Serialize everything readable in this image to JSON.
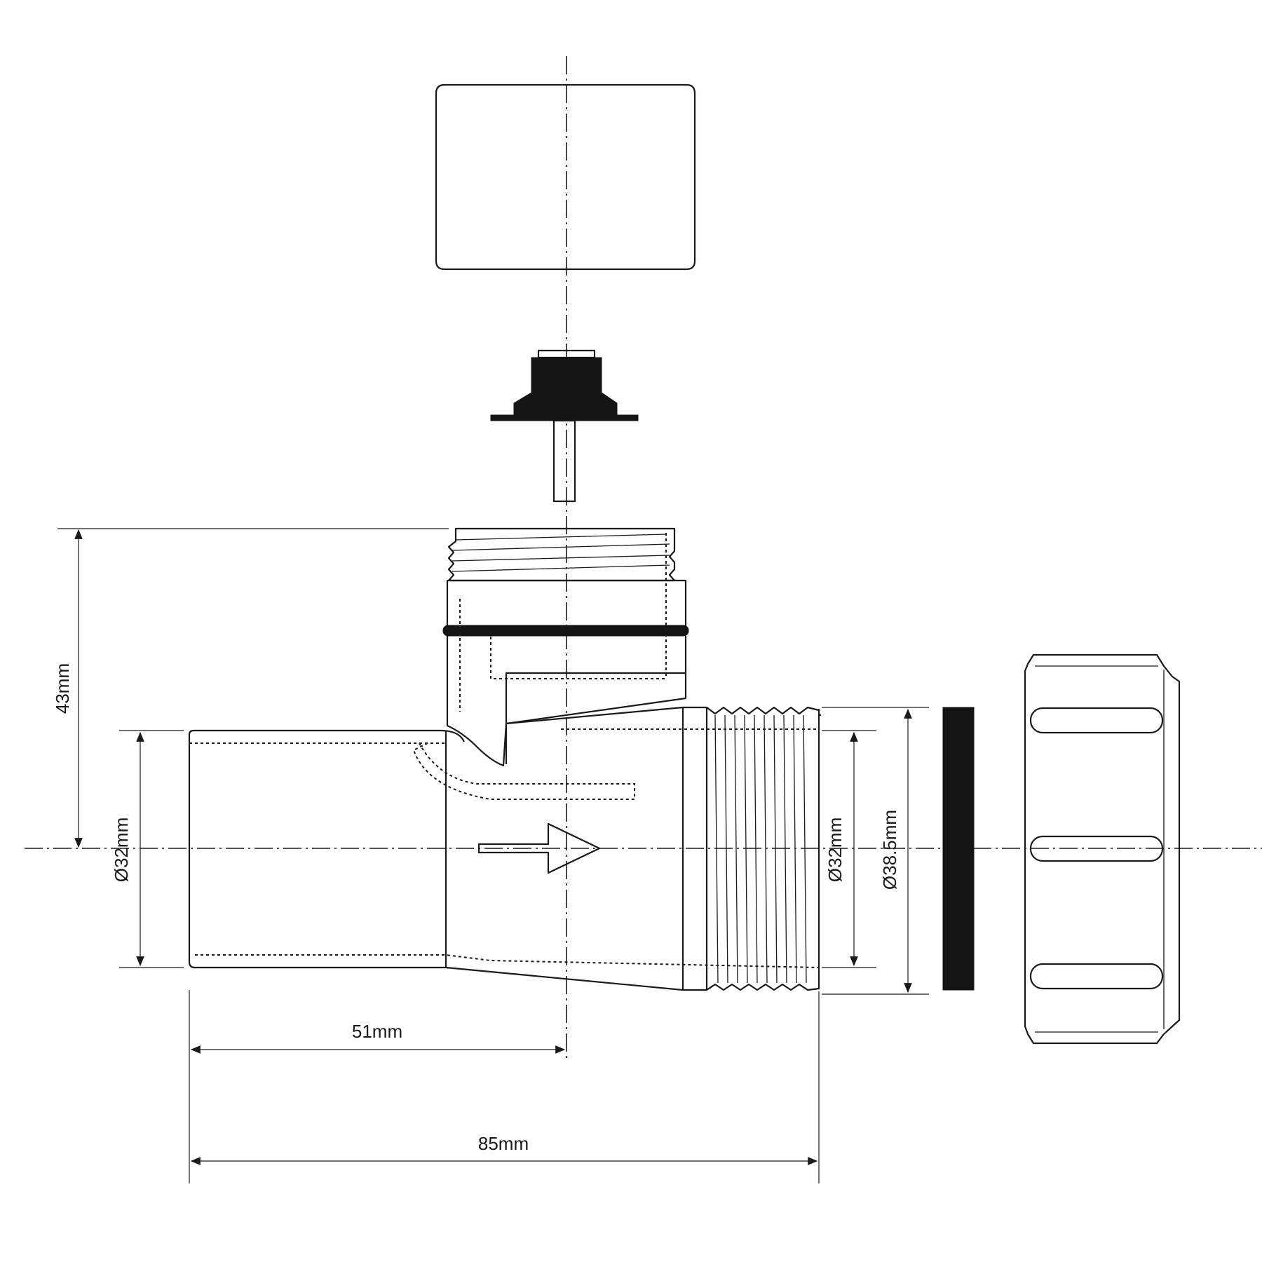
{
  "dimensions": {
    "height": "43mm",
    "inlet_diameter": "Ø32mm",
    "outlet_diameter": "Ø32mm",
    "thread_diameter": "Ø38.5mm",
    "branch_offset": "51mm",
    "overall_length": "85mm"
  },
  "colors": {
    "line": "#1a1a1a",
    "seal": "#141414",
    "background": "#ffffff"
  }
}
